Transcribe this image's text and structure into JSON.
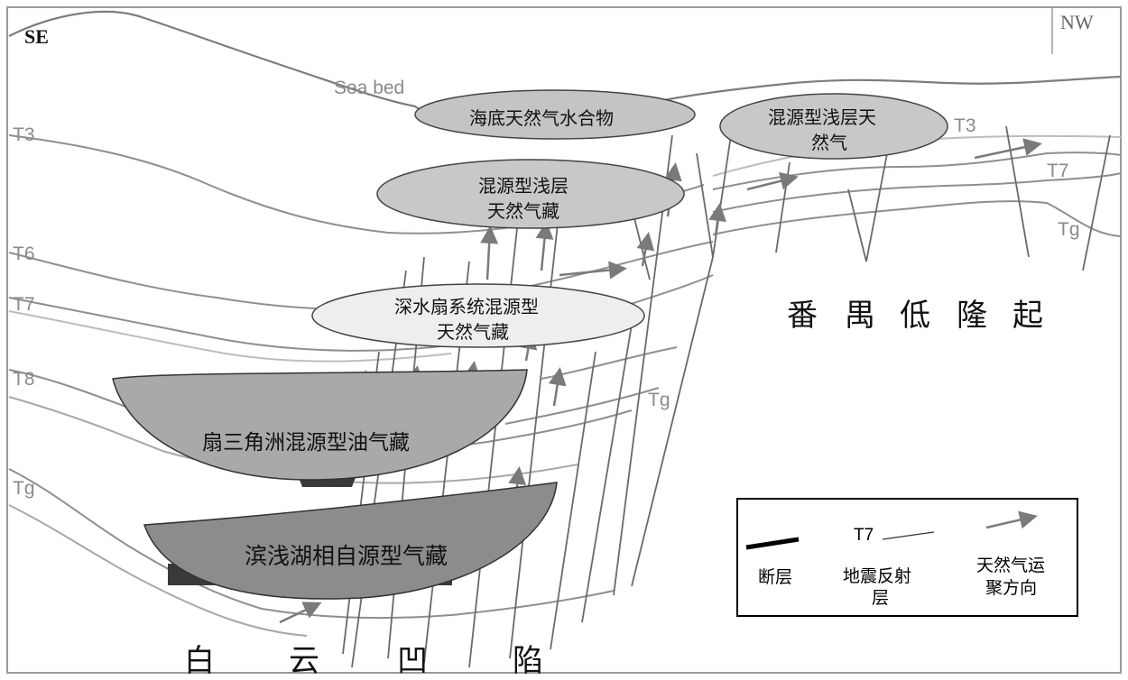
{
  "compass": {
    "left": "SE",
    "right": "NW"
  },
  "seabed_label": "Sea bed",
  "horizons": {
    "left_t3": "T3",
    "left_t6": "T6",
    "left_t7": "T7",
    "left_t8": "T8",
    "left_tg": "Tg",
    "right_t3": "T3",
    "right_t7": "T7",
    "right_tg": "Tg",
    "mid_tg": "Tg"
  },
  "reservoirs": {
    "hydrate": "海底天然气水合物",
    "shallow_left_line1": "混源型浅层",
    "shallow_left_line2": "天然气藏",
    "shallow_right_line1": "混源型浅层天",
    "shallow_right_line2": "然气",
    "deepfan_line1": "深水扇系统混源型",
    "deepfan_line2": "天然气藏",
    "fandelta": "扇三角洲混源型油气藏",
    "lacustrine": "滨浅湖相自源型气藏"
  },
  "regions": {
    "panyu": [
      "番",
      "禺",
      "低",
      "隆",
      "起"
    ],
    "baiyun": [
      "白",
      "云",
      "凹",
      "陷"
    ]
  },
  "legend": {
    "fault": "断层",
    "horizon_symbol": "T7",
    "horizon_line1": "地震反射",
    "horizon_line2": "层",
    "migration_line1": "天然气运",
    "migration_line2": "聚方向"
  },
  "colors": {
    "hydrate_fill": "#c4c4c4",
    "shallow_fill": "#c8c8c8",
    "deepfan_fill": "#eeeeee",
    "fandelta_fill": "#a9a9a9",
    "lacustrine_fill": "#8c8c8c",
    "source_rock": "#3a3a3a",
    "arrow": "#7a7a7a",
    "strata": "#8f8f8f"
  }
}
